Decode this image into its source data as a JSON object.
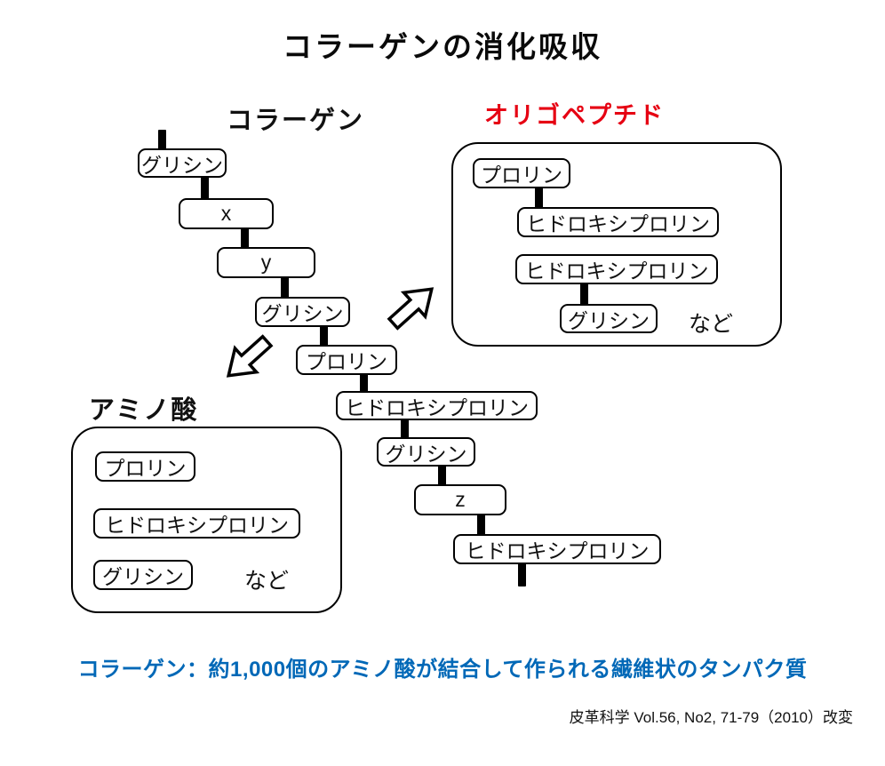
{
  "title": "コラーゲンの消化吸収",
  "collagen_label": "コラーゲン",
  "oligopeptide_label": "オリゴペプチド",
  "amino_acid_label": "アミノ酸",
  "chain": [
    "グリシン",
    "x",
    "y",
    "グリシン",
    "プロリン",
    "ヒドロキシプロリン",
    "グリシン",
    "z",
    "ヒドロキシプロリン"
  ],
  "oligopeptide_group": {
    "items": [
      "プロリン",
      "ヒドロキシプロリン",
      "ヒドロキシプロリン",
      "グリシン"
    ],
    "etc_label": "など"
  },
  "amino_acid_group": {
    "items": [
      "プロリン",
      "ヒドロキシプロリン",
      "グリシン"
    ],
    "etc_label": "など"
  },
  "footnote": "コラーゲン：約1,000個のアミノ酸が結合して作られる繊維状のタンパク質",
  "citation": "皮革科学 Vol.56, No2, 71-79（2010）改変",
  "colors": {
    "oligopeptide_label": "#e60012",
    "footnote": "#0068b7",
    "box_border": "#000000",
    "background": "#ffffff"
  }
}
